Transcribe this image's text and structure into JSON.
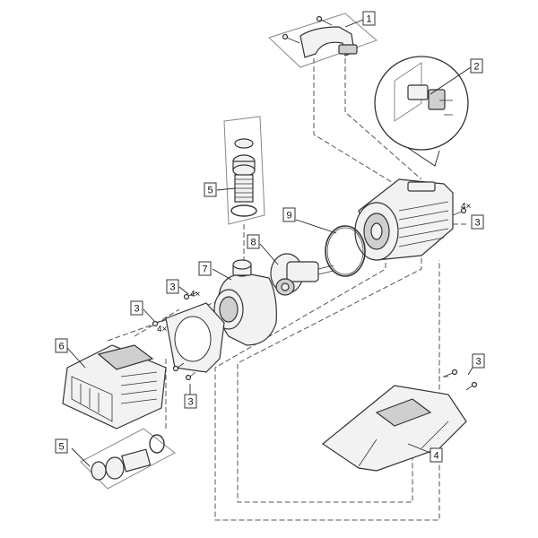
{
  "callouts": [
    {
      "id": "c1",
      "label": "1"
    },
    {
      "id": "c2",
      "label": "2"
    },
    {
      "id": "c3a",
      "label": "3"
    },
    {
      "id": "c3b",
      "label": "3"
    },
    {
      "id": "c3c",
      "label": "3"
    },
    {
      "id": "c3d",
      "label": "3"
    },
    {
      "id": "c3e",
      "label": "3"
    },
    {
      "id": "c4",
      "label": "4"
    },
    {
      "id": "c5a",
      "label": "5"
    },
    {
      "id": "c5b",
      "label": "5"
    },
    {
      "id": "c6",
      "label": "6"
    },
    {
      "id": "c7",
      "label": "7"
    },
    {
      "id": "c8",
      "label": "8"
    },
    {
      "id": "c9",
      "label": "9"
    }
  ],
  "quantities": [
    {
      "id": "q1",
      "text": "4×"
    },
    {
      "id": "q2",
      "text": "4×"
    },
    {
      "id": "q3",
      "text": "4×"
    }
  ],
  "colors": {
    "line": "#333333",
    "fill": "#f2f2f2",
    "background": "#ffffff"
  }
}
